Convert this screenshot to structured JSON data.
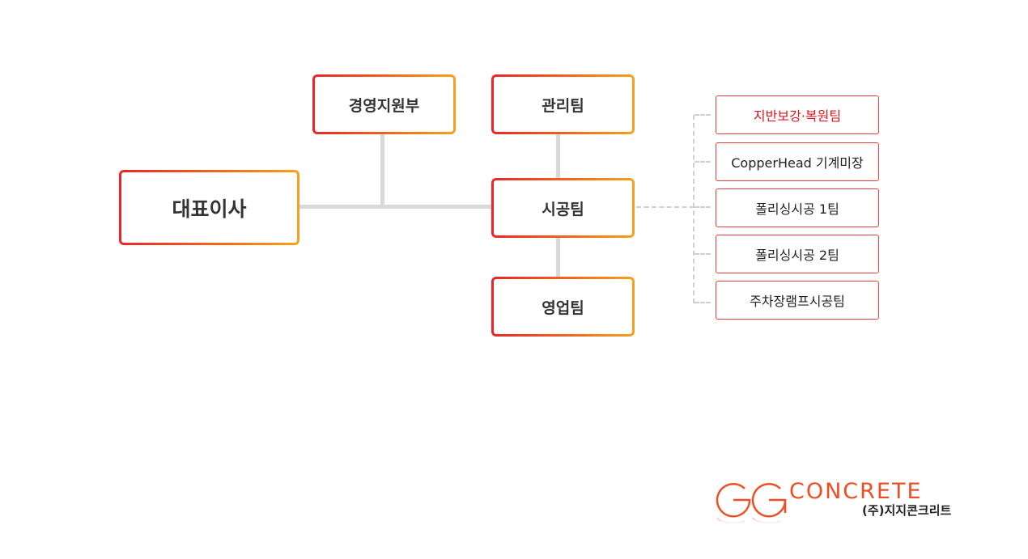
{
  "org": {
    "ceo": "대표이사",
    "management_support": "경영지원부",
    "admin_team": "관리팀",
    "construction_team": "시공팀",
    "sales_team": "영업팀",
    "sub_teams": [
      "지반보강·복원팀",
      "CopperHead 기계미장",
      "폴리싱시공 1팀",
      "폴리싱시공 2팀",
      "주차장램프시공팀"
    ]
  },
  "logo": {
    "brand": "CONCRETE",
    "company": "(주)지지콘크리트"
  },
  "colors": {
    "gradient_start": "#e8262a",
    "gradient_end": "#f7a21b",
    "highlight_text": "#e0161d",
    "connector": "#d9d9d9"
  }
}
